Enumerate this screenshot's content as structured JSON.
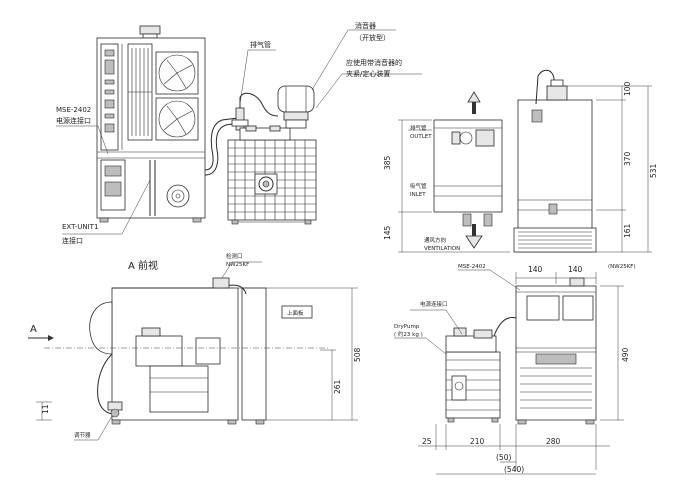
{
  "labels": {
    "exhaust_pipe": "排气管",
    "muffler": "消音器",
    "muffler_type": "（开放型）",
    "muffler_note_1": "应使用带消音器的",
    "muffler_note_2": "夹紧/定心装置",
    "mse_model": "MSE-2402",
    "power_connector": "电源连接口",
    "ext_unit": "EXT-UNIT1",
    "connector": "连接口",
    "view_a": "A",
    "view_a_label": "A 前视",
    "exhaust_label": "排气管",
    "outlet": "OUTLET",
    "intake_label": "吸气管",
    "inlet": "INLET",
    "ventilation_label": "通风方向",
    "ventilation": "VENTILATION",
    "leak_port": "检测口",
    "leak_port_spec": "NW25KF",
    "top_panel": "上面板",
    "regulator": "调节器",
    "arrow_a": "A",
    "mse_model_2": "MSE-2402",
    "nw_spec": "(NW25KF)",
    "power_connector_2": "电源连接口",
    "dry_pump": "DryPump",
    "dry_pump_weight": "( 约23 kg )"
  },
  "dimensions": {
    "right_top_1": "385",
    "right_top_2": "145",
    "right_top_3": "100",
    "right_top_4": "370",
    "right_top_5": "531",
    "right_top_6": "161",
    "left_bottom_1": "11",
    "left_bottom_2": "508",
    "left_bottom_3": "261",
    "right_bottom_1": "140",
    "right_bottom_2": "140",
    "right_bottom_3": "490",
    "right_bottom_4": "25",
    "right_bottom_5": "210",
    "right_bottom_6": "280",
    "right_bottom_7": "(50)",
    "right_bottom_8": "(540)"
  }
}
